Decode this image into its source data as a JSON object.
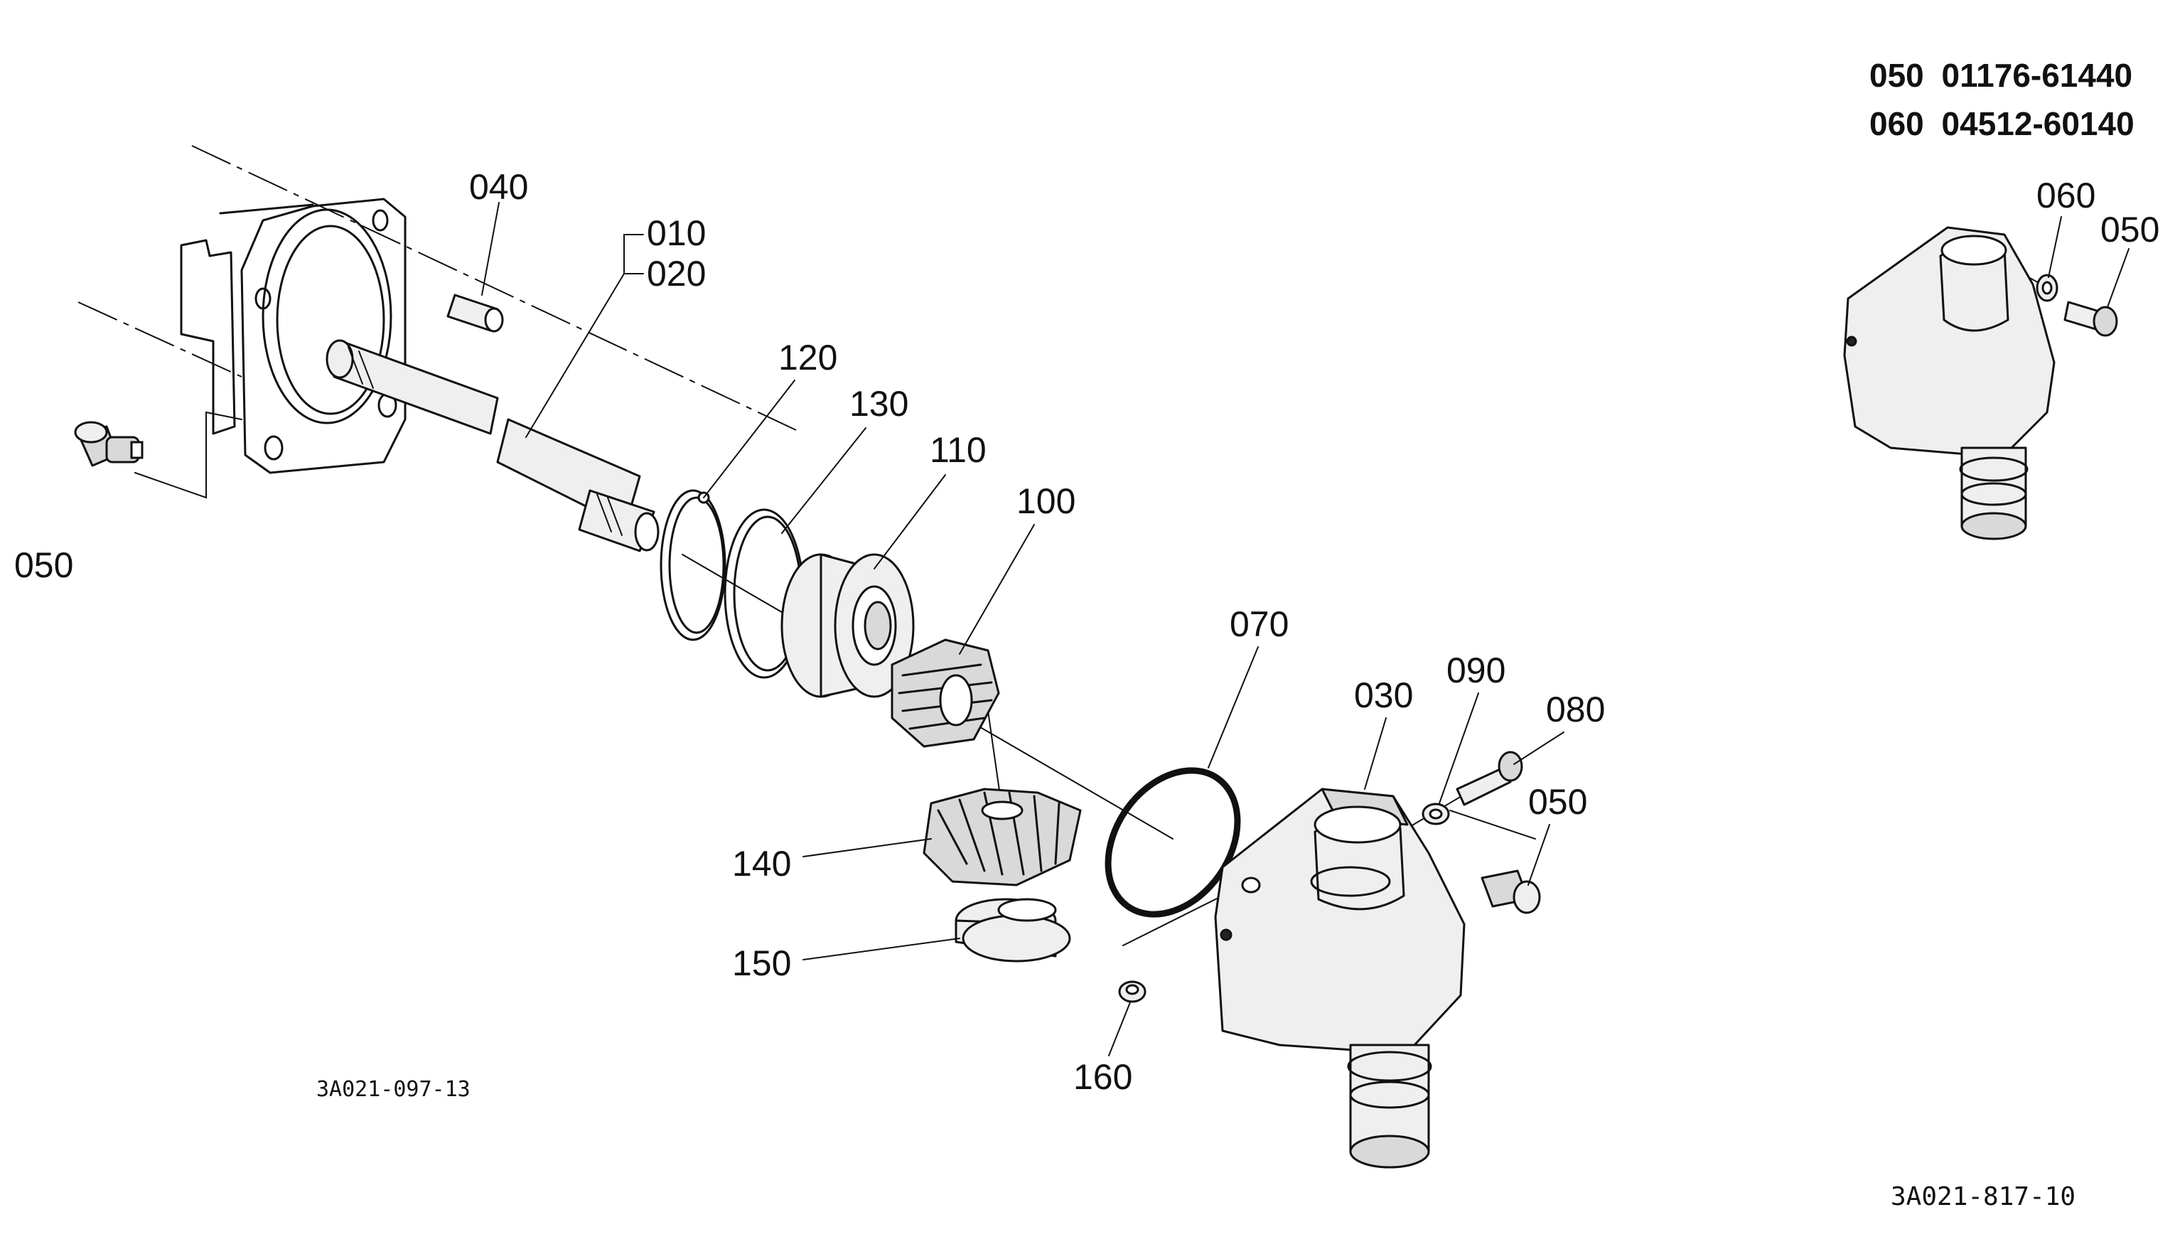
{
  "callouts": {
    "p010": "010",
    "p020": "020",
    "p030": "030",
    "p040": "040",
    "p050_left": "050",
    "p050_right": "050",
    "p050_inset": "050",
    "p060_inset": "060",
    "p070": "070",
    "p080": "080",
    "p090": "090",
    "p100": "100",
    "p110": "110",
    "p120": "120",
    "p130": "130",
    "p140": "140",
    "p150": "150",
    "p160": "160"
  },
  "part_refs": [
    {
      "pos": "050",
      "part_no": "01176-61440"
    },
    {
      "pos": "060",
      "part_no": "04512-60140"
    }
  ],
  "drawing_codes": {
    "main": "3A021-097-13",
    "inset": "3A021-817-10"
  }
}
